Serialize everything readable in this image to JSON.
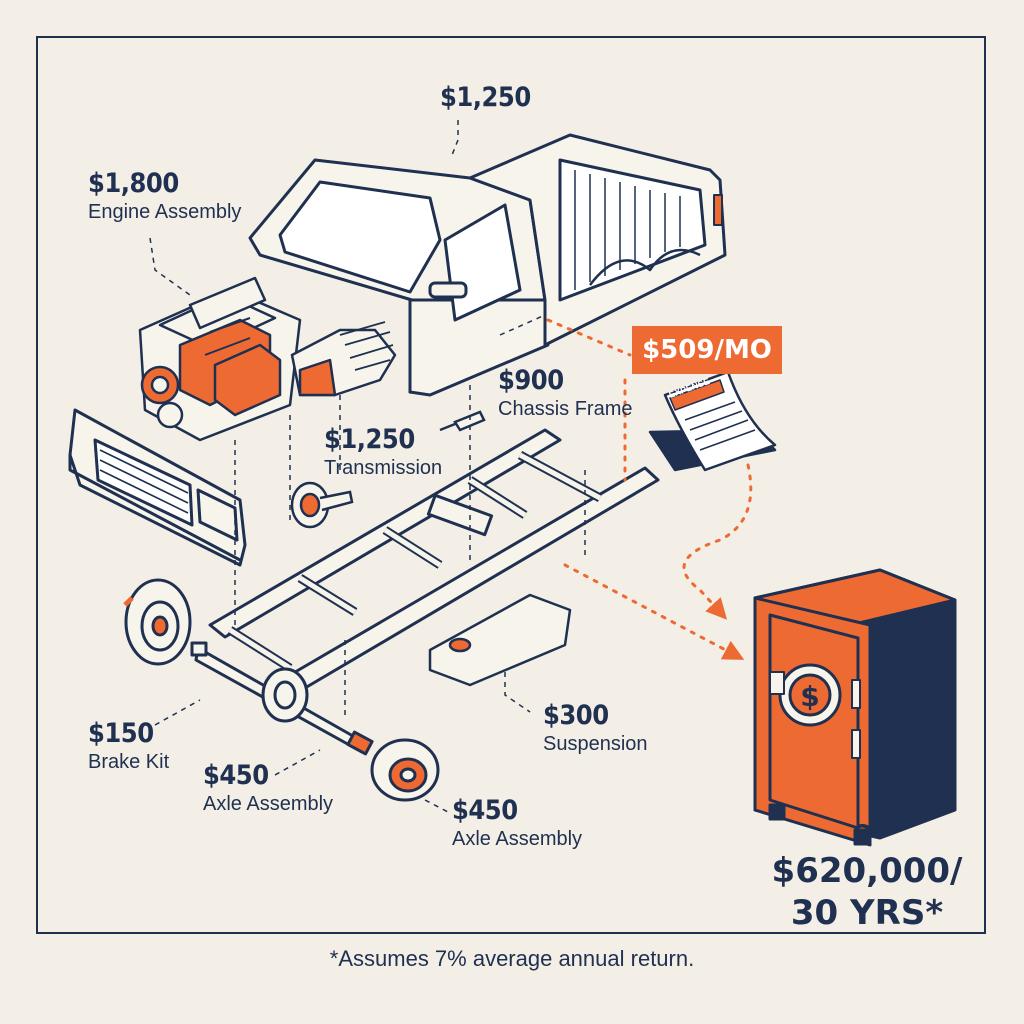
{
  "diagram": {
    "colors": {
      "ink": "#1f3050",
      "accent": "#ee6a33",
      "paper": "#f3efe6"
    },
    "cab": {
      "price": "$1,250"
    },
    "engine": {
      "price": "$1,800",
      "name": "Engine Assembly"
    },
    "chassis": {
      "price": "$900",
      "name": "Chassis Frame"
    },
    "transmission": {
      "price": "$1,250",
      "name": "Transmission"
    },
    "brake": {
      "price": "$150",
      "name": "Brake Kit"
    },
    "axle_left": {
      "price": "$450",
      "name": "Axle Assembly"
    },
    "axle_right": {
      "price": "$450",
      "name": "Axle Assembly"
    },
    "suspension": {
      "price": "$300",
      "name": "Suspension"
    },
    "payment": {
      "label": "$509/MO",
      "bill_text": "EXPENSE"
    },
    "total": {
      "line1": "≈ $620,000/",
      "line2": "30 YRS*"
    },
    "footnote": "*Assumes 7% average annual return.",
    "icons": [
      "truck-body-icon",
      "engine-icon",
      "transmission-icon",
      "grille-icon",
      "brake-rotor-icon",
      "wheel-icon",
      "chassis-frame-icon",
      "fuel-tank-icon",
      "axle-icon",
      "brake-drum-icon",
      "bill-icon",
      "safe-icon"
    ]
  }
}
